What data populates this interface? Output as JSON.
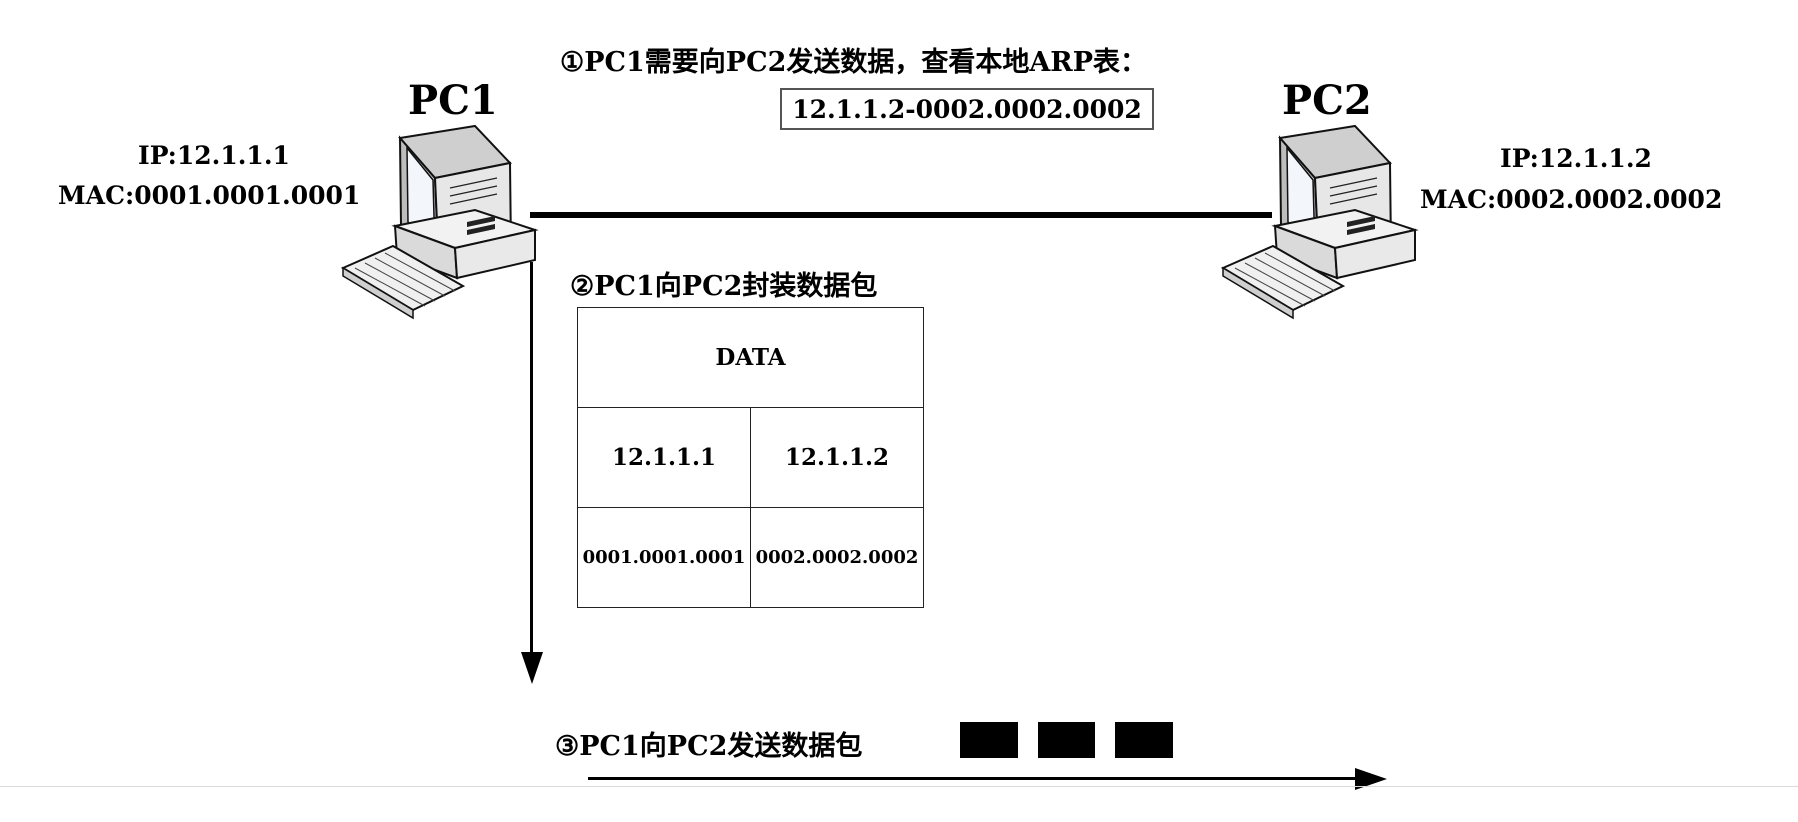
{
  "pc1": {
    "name": "PC1",
    "ip": "IP:12.1.1.1",
    "mac": "MAC:0001.0001.0001"
  },
  "pc2": {
    "name": "PC2",
    "ip": "IP:12.1.1.2",
    "mac": "MAC:0002.0002.0002"
  },
  "step1": {
    "text": "①PC1需要向PC2发送数据，查看本地ARP表：",
    "arp_entry": "12.1.1.2-0002.0002.0002"
  },
  "step2": {
    "text": "②PC1向PC2封装数据包"
  },
  "packet": {
    "data": "DATA",
    "src_ip": "12.1.1.1",
    "dst_ip": "12.1.1.2",
    "src_mac": "0001.0001.0001",
    "dst_mac": "0002.0002.0002"
  },
  "step3": {
    "text": "③PC1向PC2发送数据包"
  },
  "packet_blocks": 3,
  "colors": {
    "line": "#000000",
    "monitor_screen": "#eef3fa",
    "case": "#e9e9e9",
    "rule": "#d9d9d9"
  }
}
